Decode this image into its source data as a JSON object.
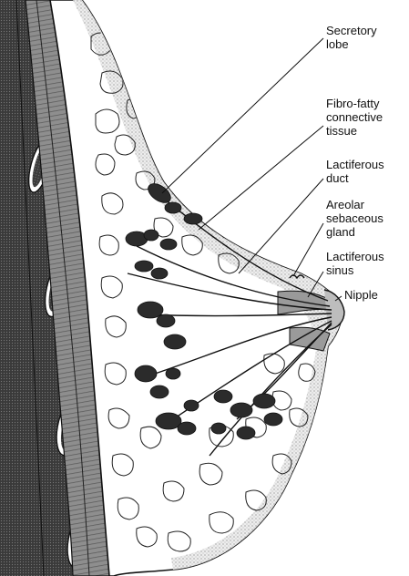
{
  "diagram": {
    "labels": {
      "secretory_lobe": [
        "Secretory",
        "lobe"
      ],
      "fibro_fatty": [
        "Fibro-fatty",
        "connective",
        "tissue"
      ],
      "lactiferous_duct": [
        "Lactiferous",
        "duct"
      ],
      "areolar_gland": [
        "Areolar",
        "sebaceous",
        "gland"
      ],
      "lactiferous_sinus": [
        "Lactiferous",
        "sinus"
      ],
      "nipple": [
        "Nipple"
      ]
    },
    "colors": {
      "ink": "#111111",
      "muscle_wall": "#4a4a4a",
      "muscle_band": "#8a8a8a",
      "fat_lobules": "#ffffff",
      "skin_stipple": "#d8d8d8",
      "lobule_fill": "#2b2b2b",
      "sinus_fill": "#9a9a9a"
    }
  }
}
